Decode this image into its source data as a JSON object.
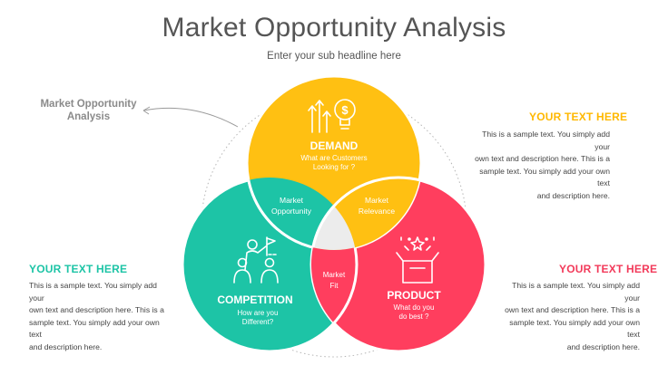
{
  "header": {
    "title": "Market Opportunity Analysis",
    "subtitle": "Enter your sub headline here"
  },
  "side_label": {
    "line1": "Market Opportunity",
    "line2": "Analysis"
  },
  "circles": {
    "demand": {
      "title": "DEMAND",
      "line1": "What are Customers",
      "line2": "Looking for ?",
      "color": "#FFC012",
      "icon": "growth-idea-icon"
    },
    "competition": {
      "title": "COMPETITION",
      "line1": "How are you",
      "line2": "Different?",
      "color": "#1DC4A6",
      "icon": "team-flag-icon"
    },
    "product": {
      "title": "PRODUCT",
      "line1": "What do you",
      "line2": "do best ?",
      "color": "#FF3E5E",
      "icon": "product-box-icon"
    }
  },
  "overlaps": {
    "market_opportunity": {
      "line1": "Market",
      "line2": "Opportunity"
    },
    "market_relevance": {
      "line1": "Market",
      "line2": "Relevance"
    },
    "market_fit": {
      "line1": "Market",
      "line2": "Fit"
    }
  },
  "text_blocks": {
    "top_right": {
      "heading": "YOUR TEXT HERE",
      "heading_color": "#FFB800",
      "lines": [
        "This is a sample text. You simply add your",
        "own text and description here. This is a",
        "sample text. You simply add your own text",
        "and description here."
      ]
    },
    "left": {
      "heading": "YOUR TEXT HERE",
      "heading_color": "#1DC4A6",
      "lines": [
        "This is a sample text. You simply add your",
        "own text and description here. This is a",
        "sample text. You simply add your own text",
        "and description here."
      ]
    },
    "bottom_right": {
      "heading": "YOUR TEXT HERE",
      "heading_color": "#F23A5A",
      "lines": [
        "This is a sample text. You simply add your",
        "own text and description here. This is a",
        "sample text. You simply add your own text",
        "and description here."
      ]
    }
  }
}
